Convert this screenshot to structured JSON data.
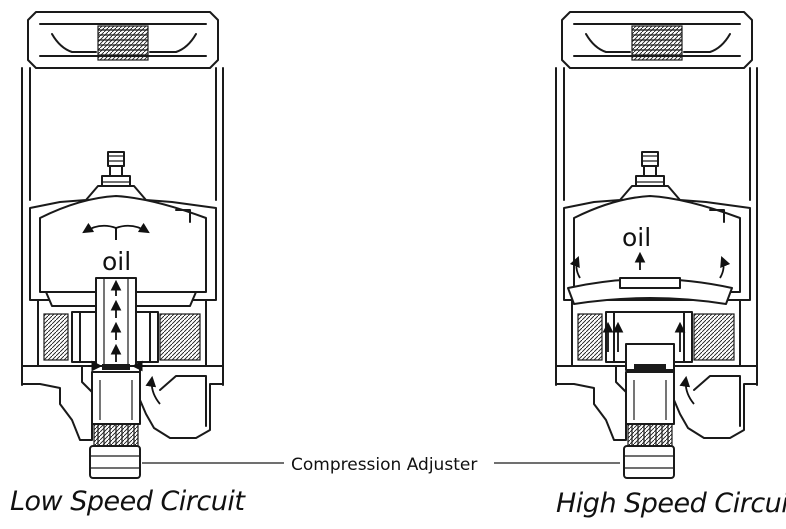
{
  "panels": [
    {
      "oil_label": "oil",
      "caption": "Low Speed Circuit"
    },
    {
      "oil_label": "oil",
      "caption": "High Speed Circuit"
    }
  ],
  "callout": {
    "label": "Compression Adjuster"
  },
  "colors": {
    "ink": "#1a1a1a",
    "background": "#ffffff"
  }
}
